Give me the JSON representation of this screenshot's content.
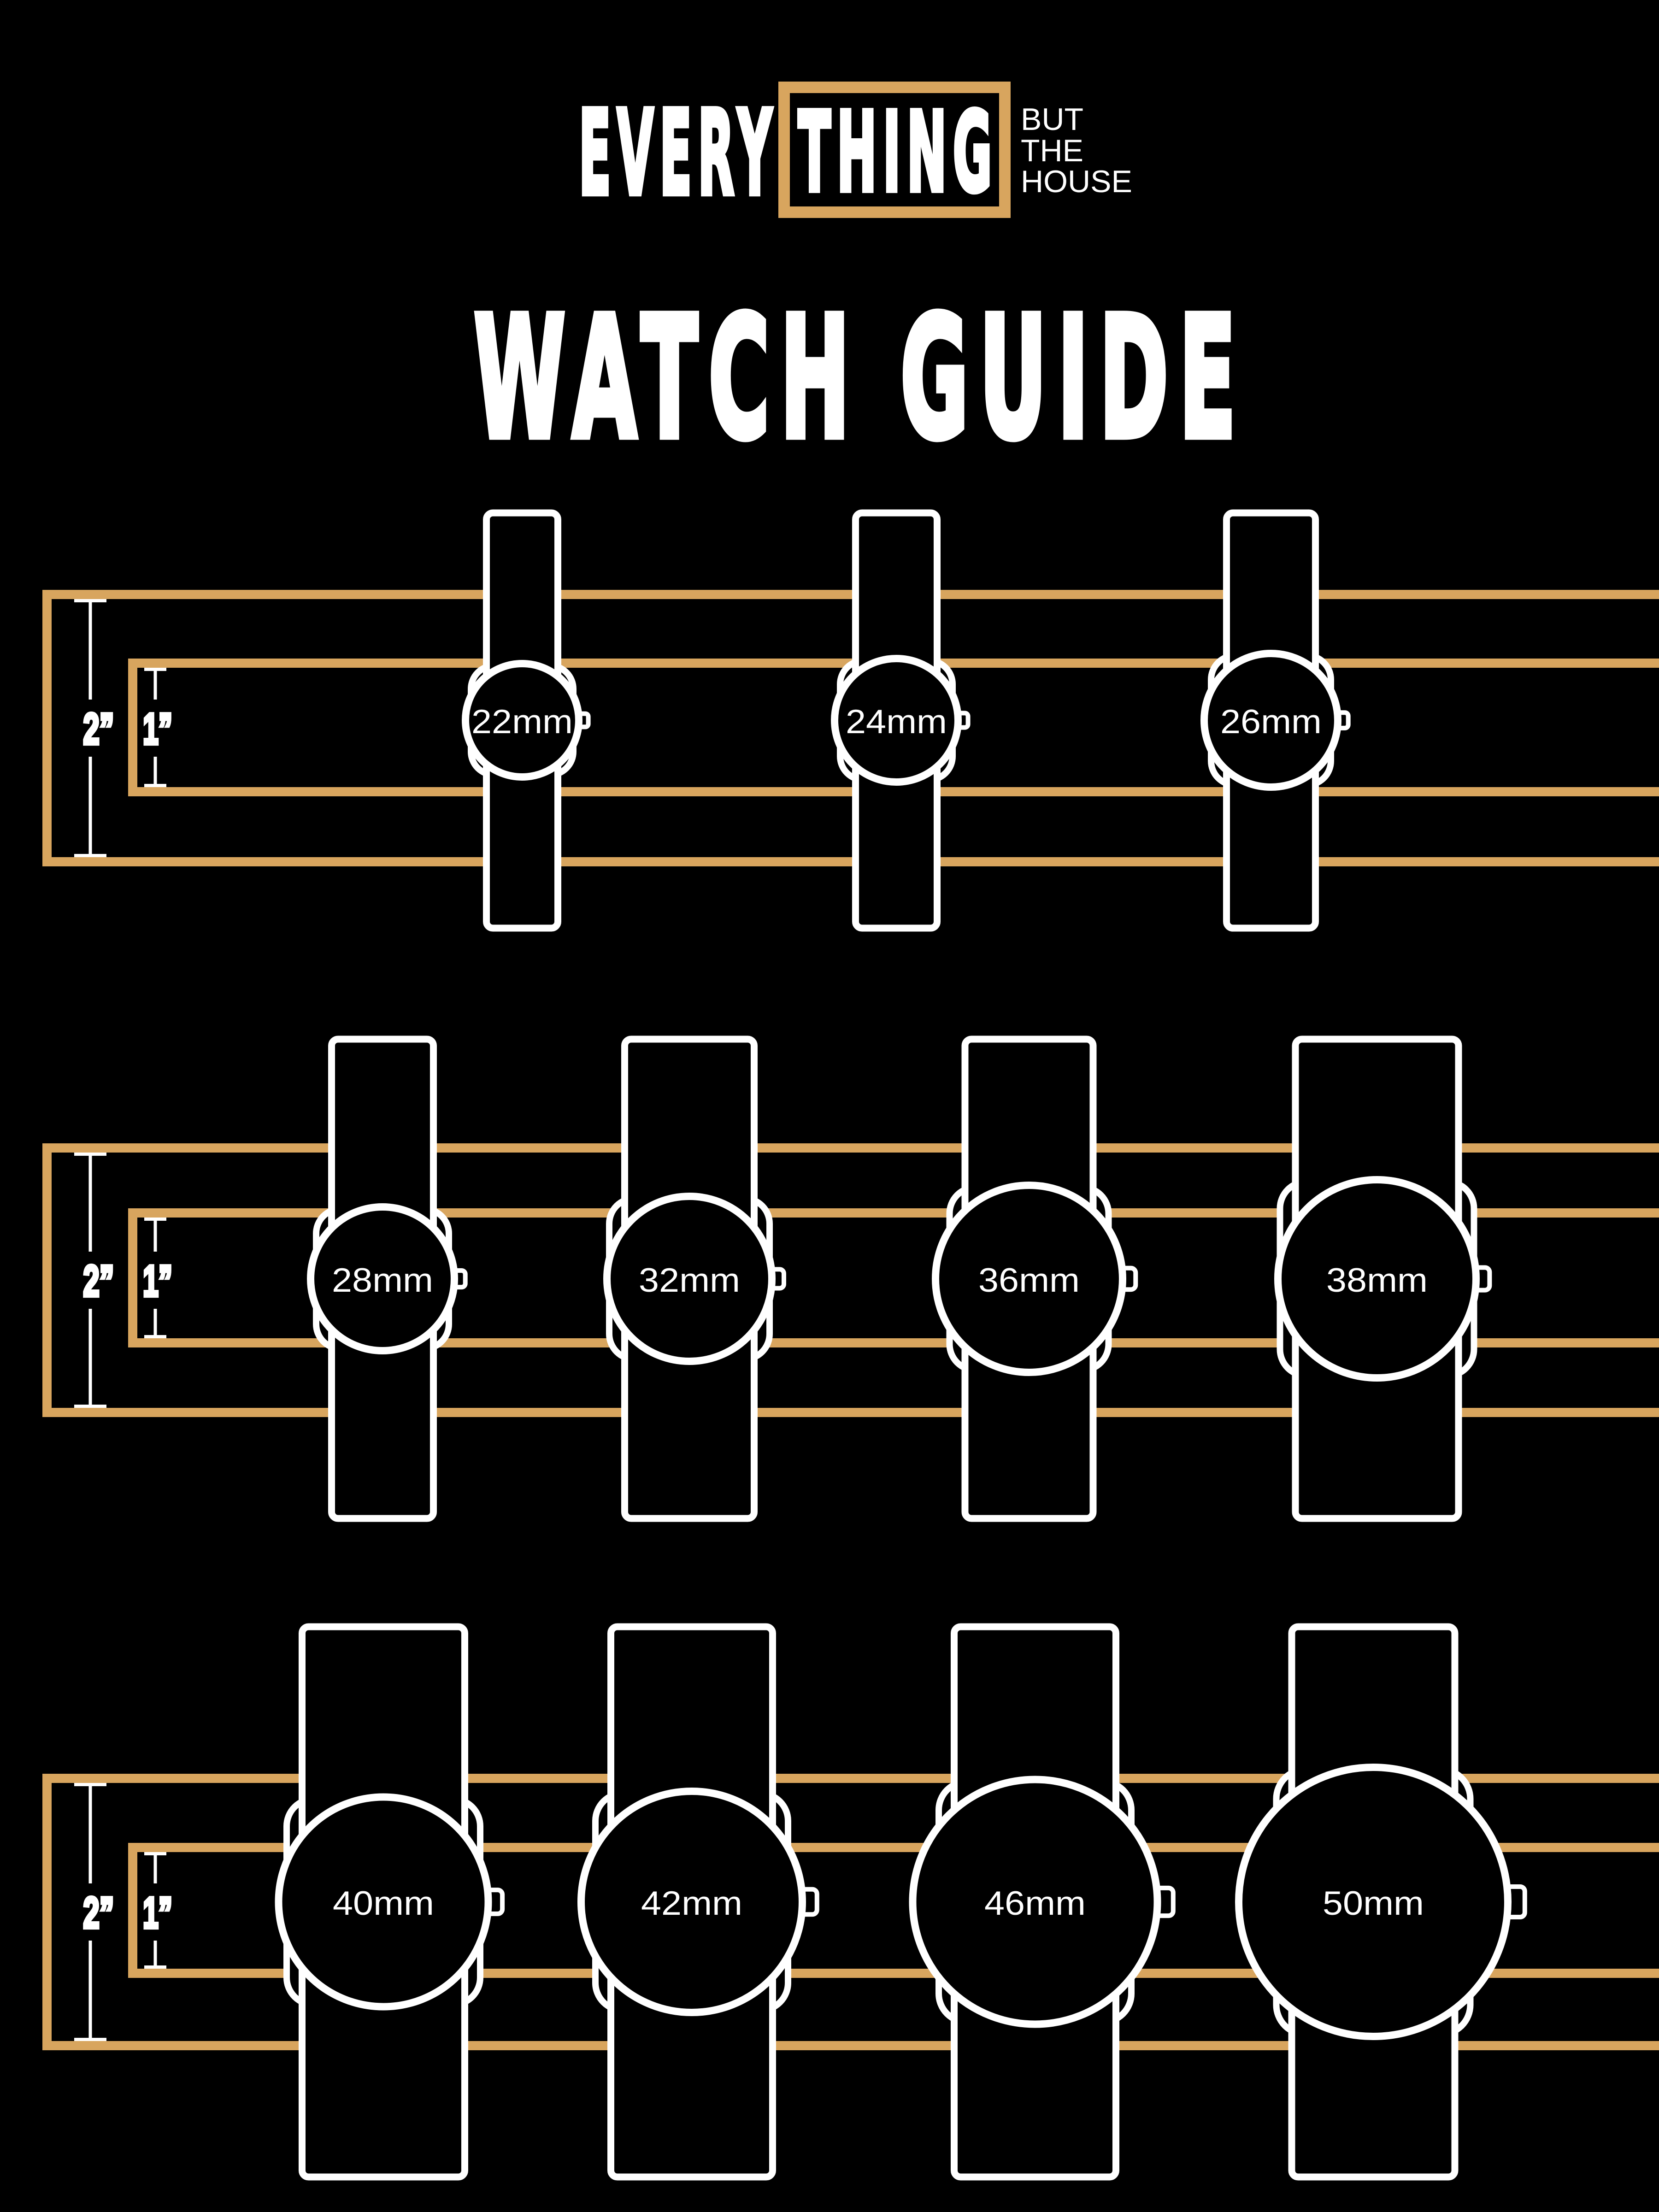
{
  "poster": {
    "background_color": "#000000",
    "accent_gold_color": "#D8A55E",
    "text_color": "#FFFFFF"
  },
  "logo": {
    "word_every": "EVERY",
    "word_thing": "THING",
    "tagline_lines": [
      "BUT",
      "THE",
      "HOUSE"
    ]
  },
  "title": "WATCH GUIDE",
  "rulers": {
    "two_inch_label": "2”",
    "one_inch_label": "1”"
  },
  "rows": [
    {
      "watches": [
        {
          "label": "22mm",
          "mm": 22
        },
        {
          "label": "24mm",
          "mm": 24
        },
        {
          "label": "26mm",
          "mm": 26
        }
      ]
    },
    {
      "watches": [
        {
          "label": "28mm",
          "mm": 28
        },
        {
          "label": "32mm",
          "mm": 32
        },
        {
          "label": "36mm",
          "mm": 36
        },
        {
          "label": "38mm",
          "mm": 38
        }
      ]
    },
    {
      "watches": [
        {
          "label": "40mm",
          "mm": 40
        },
        {
          "label": "42mm",
          "mm": 42
        },
        {
          "label": "46mm",
          "mm": 46
        },
        {
          "label": "50mm",
          "mm": 50
        }
      ]
    }
  ]
}
